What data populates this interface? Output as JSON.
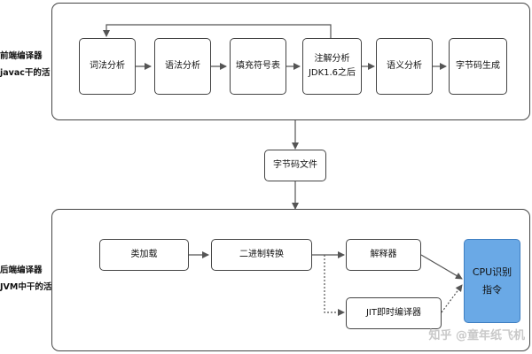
{
  "frontend_label": [
    "前端编译器",
    "javac干的活"
  ],
  "backend_label": [
    "后端编译器",
    "JVM中干的活"
  ],
  "frontend_steps": {
    "lexical": "词法分析",
    "syntax": "语法分析",
    "symbol_table": "填充符号表",
    "annotation": [
      "注解分析",
      "JDK1.6之后"
    ],
    "semantic": "语义分析",
    "bytecode_gen": "字节码生成"
  },
  "bytecode_file": "字节码文件",
  "backend_steps": {
    "class_loading": "类加载",
    "binary_convert": "二进制转换",
    "interpreter": "解释器",
    "jit": "JIT即时编译器",
    "cpu": [
      "CPU识别",
      "指令"
    ]
  },
  "watermark": "知乎 @童年纸飞机",
  "colors": {
    "cpu_fill": "#6aa9e6",
    "line": "#555555"
  }
}
